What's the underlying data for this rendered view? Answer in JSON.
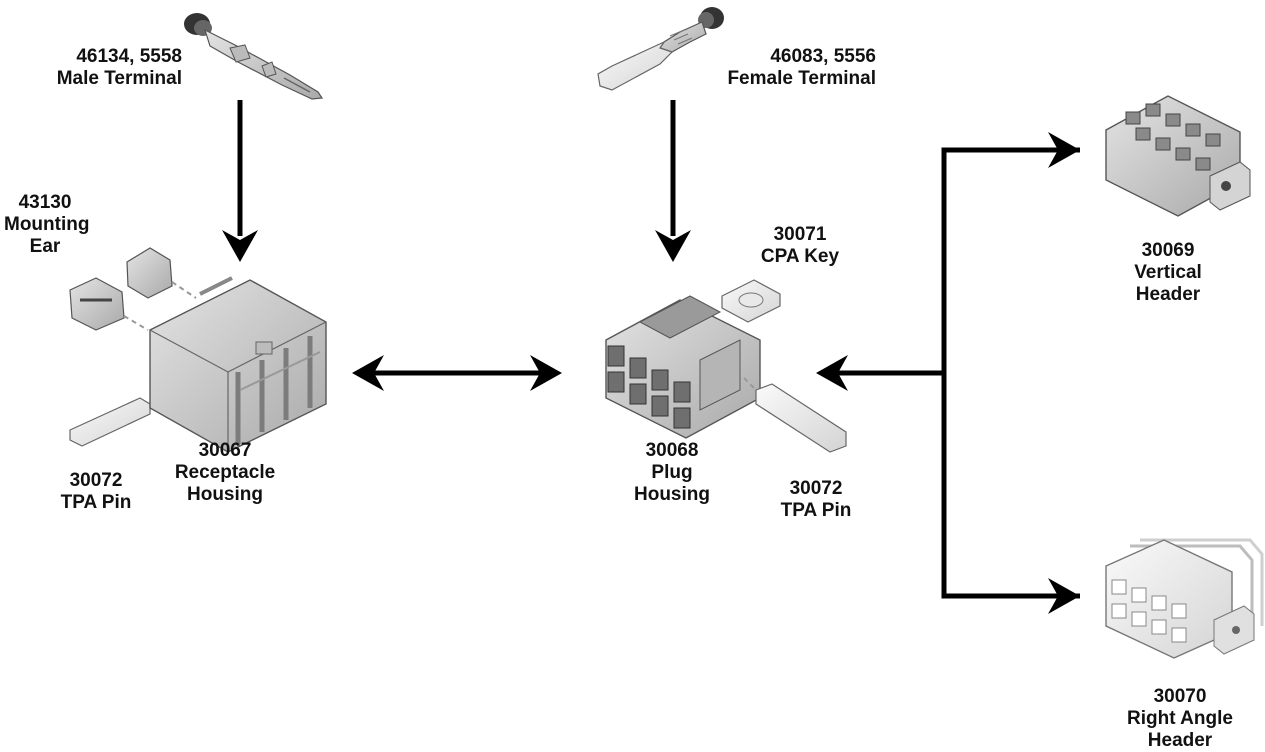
{
  "labels": {
    "male_terminal": {
      "line1": "46134, 5558",
      "line2": "Male Terminal"
    },
    "female_terminal": {
      "line1": "46083, 5556",
      "line2": "Female Terminal"
    },
    "mounting_ear": {
      "line1": "43130",
      "line2": "Mounting",
      "line3": "Ear"
    },
    "cpa_key": {
      "line1": "30071",
      "line2": "CPA Key"
    },
    "vertical_header": {
      "line1": "30069",
      "line2": "Vertical",
      "line3": "Header"
    },
    "receptacle_housing": {
      "line1": "30067",
      "line2": "Receptacle",
      "line3": "Housing"
    },
    "tpa_pin_left": {
      "line1": "30072",
      "line2": "TPA Pin"
    },
    "plug_housing": {
      "line1": "30068",
      "line2": "Plug",
      "line3": "Housing"
    },
    "tpa_pin_right": {
      "line1": "30072",
      "line2": "TPA Pin"
    },
    "right_angle_header": {
      "line1": "30070",
      "line2": "Right Angle",
      "line3": "Header"
    }
  },
  "colors": {
    "part_fill": "#c9c9c9",
    "part_dark": "#8e8e8e",
    "part_light": "#e6e6e6",
    "arrow": "#000000",
    "text": "#111111"
  }
}
